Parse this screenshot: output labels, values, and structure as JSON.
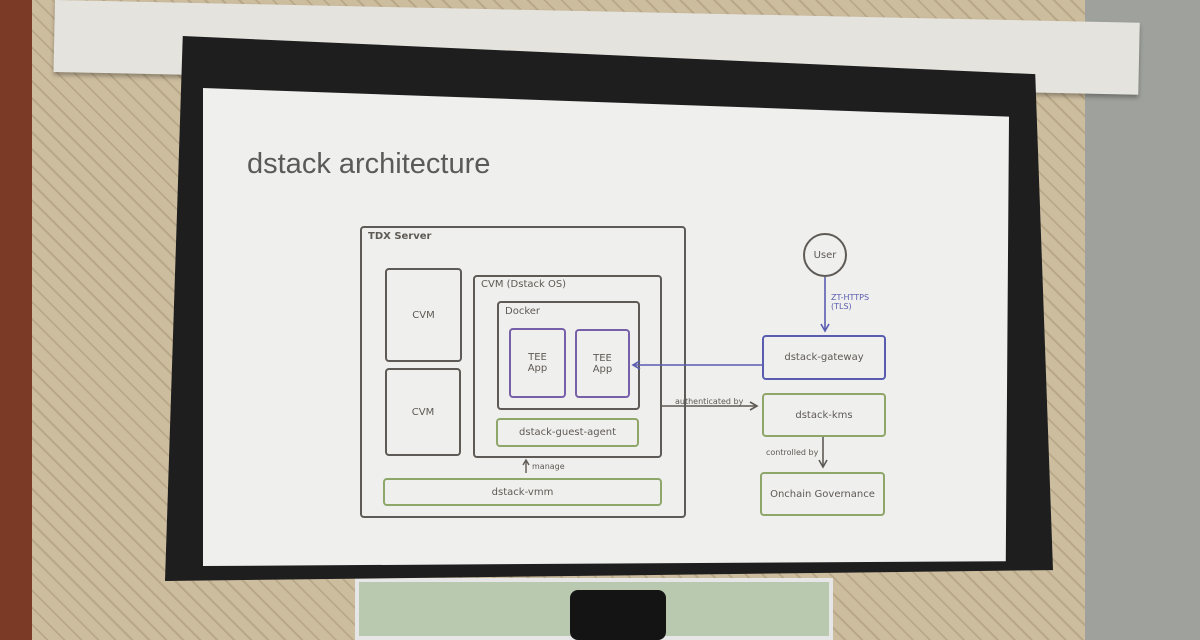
{
  "slide": {
    "title": "dstack architecture",
    "diagram": {
      "tdx_server": "TDX Server",
      "cvm_left_1": "CVM",
      "cvm_left_2": "CVM",
      "cvm_os": "CVM (Dstack OS)",
      "docker": "Docker",
      "tee_app_1": "TEE App",
      "tee_app_2": "TEE App",
      "guest_agent": "dstack-guest-agent",
      "manage_label": "manage",
      "vmm": "dstack-vmm",
      "user": "User",
      "zt_https_label": "ZT-HTTPS (TLS)",
      "gateway": "dstack-gateway",
      "authenticated_label": "authenticated by",
      "kms": "dstack-kms",
      "controlled_label": "controlled by",
      "governance": "Onchain Governance"
    }
  },
  "colors": {
    "green": "#8fa66a",
    "purple": "#7760a8",
    "blue": "#5a5cb0",
    "gray": "#5e5a55"
  }
}
